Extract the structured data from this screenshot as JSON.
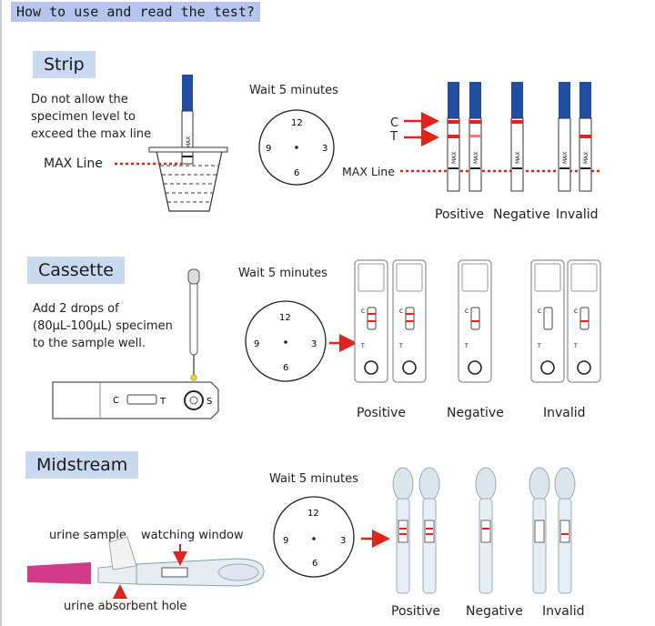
{
  "title": "How to use and read the test?",
  "strip": {
    "label": "Strip",
    "instruction": [
      "Do not allow the",
      "specimen level to",
      "exceed the max line"
    ],
    "max_line": "MAX Line",
    "max_line_right": "MAX Line",
    "wait": "Wait 5 minutes",
    "strip_mark": "MAX",
    "c": "C",
    "t": "T",
    "results": [
      "Positive",
      "Negative",
      "Invalid"
    ]
  },
  "cassette": {
    "label": "Cassette",
    "instruction": [
      "Add 2 drops of",
      "(80μL-100μL) specimen",
      "to the sample well."
    ],
    "wait": "Wait 5 minutes",
    "c": "C",
    "t": "T",
    "s": "S",
    "results": [
      "Positive",
      "Negative",
      "Invalid"
    ]
  },
  "midstream": {
    "label": "Midstream",
    "wait": "Wait 5 minutes",
    "urine_sample": "urine sample",
    "watching_window": "watching window",
    "absorbent_hole": "urine absorbent hole",
    "results": [
      "Positive",
      "Negative",
      "Invalid"
    ]
  },
  "clock": {
    "twelve": "12",
    "three": "3",
    "six": "6",
    "nine": "9"
  },
  "colors": {
    "blue_handle": "#1f4ea3",
    "red": "#e0231b",
    "section_bg": "#c8d9f0",
    "title_bg": "#b4c6ef"
  }
}
